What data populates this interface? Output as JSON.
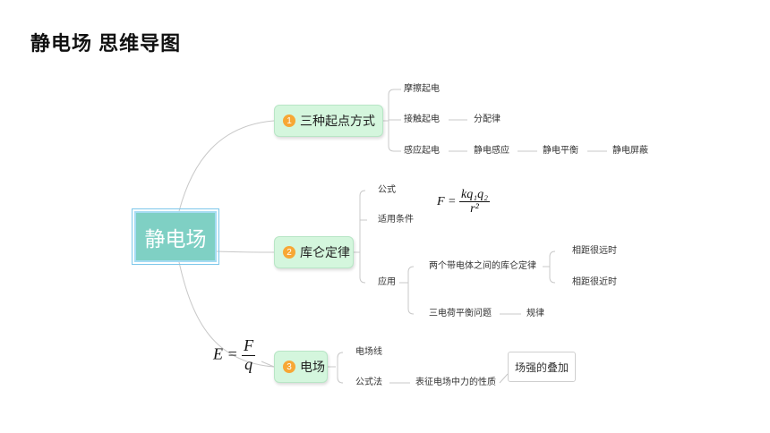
{
  "title": "静电场  思维导图",
  "root": "静电场",
  "branch1": {
    "badge": "1",
    "label": "三种起点方式",
    "friction": "摩擦起电",
    "contact": "接触起电",
    "distribution": "分配律",
    "induction": "感应起电",
    "static_induction": "静电感应",
    "static_balance": "静电平衡",
    "static_shield": "静电屏蔽"
  },
  "branch2": {
    "badge": "2",
    "label": "库仑定律",
    "formula_label": "公式",
    "conditions": "适用条件",
    "application": "应用",
    "two_charges": "两个带电体之间的库仑定律",
    "far": "相距很远时",
    "near": "相距很近时",
    "three_charges": "三电荷平衡问题",
    "rule": "规律",
    "coulomb_formula": {
      "lhs": "F =",
      "num": "kq₁q₂",
      "den": "r²"
    }
  },
  "branch3": {
    "badge": "3",
    "label": "电场",
    "field_lines": "电场线",
    "formula_method": "公式法",
    "property": "表征电场中力的性质",
    "superposition": "场强的叠加",
    "field_formula": {
      "lhs": "E =",
      "num": "F",
      "den": "q"
    }
  }
}
